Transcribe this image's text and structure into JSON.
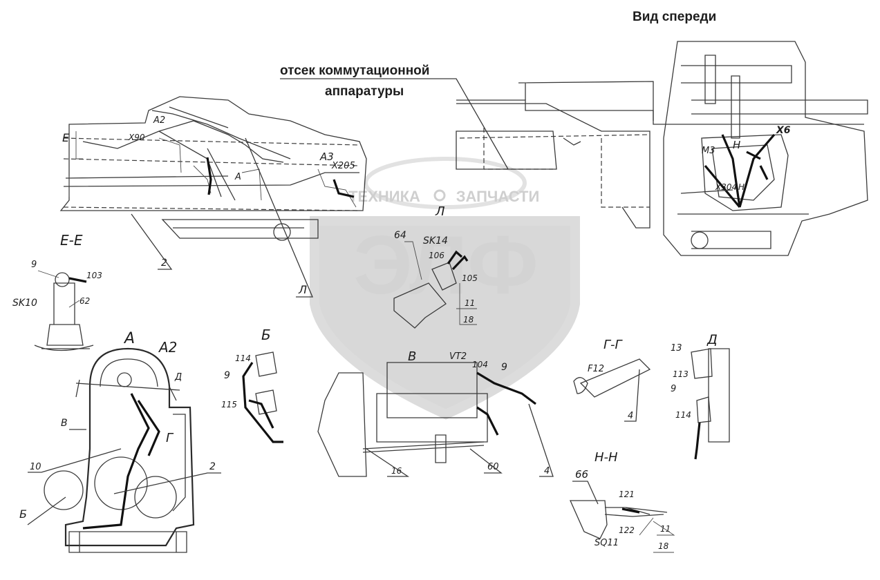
{
  "title": "Вид спереди",
  "compartment_label": {
    "line1": "отсек коммутационной",
    "line2": "аппаратуры"
  },
  "watermark": {
    "brand_left": "ТЕХНИКА",
    "brand_right": "ЗАПЧАСТИ",
    "logo_text": "ЭЛФ"
  },
  "section_titles": {
    "ee": "Е-Е",
    "a": "А",
    "a2": "А2",
    "b": "Б",
    "v": "В",
    "gg": "Г-Г",
    "d": "Д",
    "nn": "Н-Н",
    "l": "Л"
  },
  "callouts": {
    "x90": "X90",
    "a2_top": "А2",
    "a3": "А3",
    "x205": "X205",
    "a_mid": "А",
    "e_mark": "Е",
    "n_mark": "Н",
    "x6": "X6",
    "m3": "М3",
    "x304": "X304",
    "n_small": "Н",
    "two_top": "2",
    "l_mark": "Л",
    "sk10": "SK10",
    "nine_ee": "9",
    "n103": "103",
    "n62": "62",
    "sk14": "SK14",
    "n64": "64",
    "n106": "106",
    "n105": "105",
    "n11a": "11",
    "n18a": "18",
    "d_mark": "Д",
    "v_mark": "В",
    "g_mark": "Г",
    "n10": "10",
    "two_a": "2",
    "b_mark": "Б",
    "n114a": "114",
    "n9b": "9",
    "n115": "115",
    "vt2": "VT2",
    "n104": "104",
    "n9v": "9",
    "n16": "16",
    "n60": "60",
    "n4v": "4",
    "f12": "F12",
    "n4g": "4",
    "n13": "13",
    "n113": "113",
    "n9d": "9",
    "n114d": "114",
    "n66": "66",
    "n121": "121",
    "n122": "122",
    "n11b": "11",
    "n18b": "18",
    "sq11": "SQ11"
  }
}
